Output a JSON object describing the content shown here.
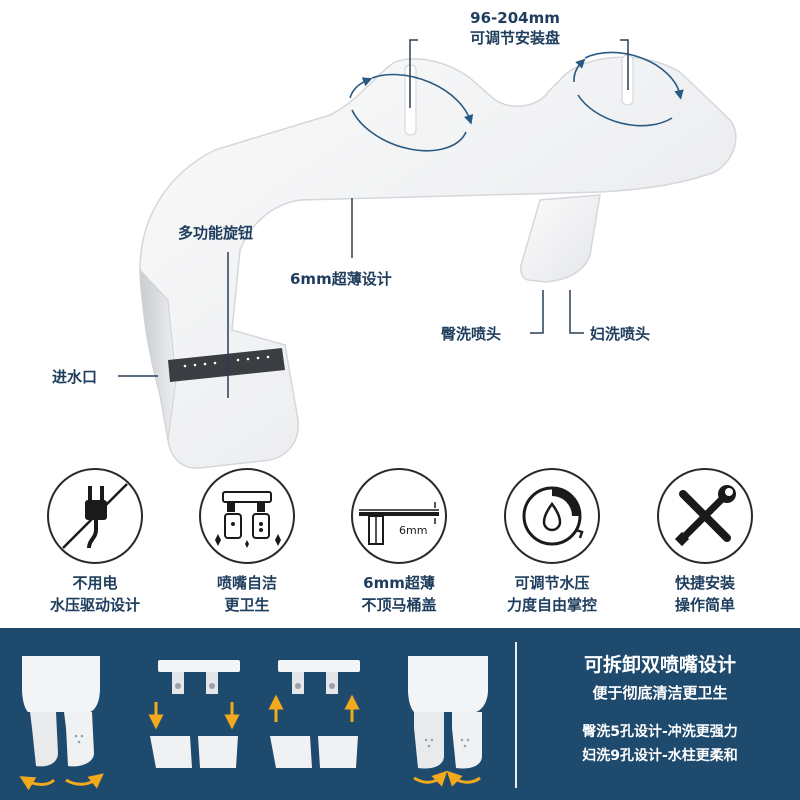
{
  "callouts": {
    "mount_size": "96-204mm",
    "mount_label": "可调节安装盘",
    "knob": "多功能旋钮",
    "thin": "6mm超薄设计",
    "inlet": "进水口",
    "rear_nozzle": "臀洗喷头",
    "fem_nozzle": "妇洗喷头"
  },
  "features": [
    {
      "icon": "no-plug-icon",
      "line1": "不用电",
      "line2": "水压驱动设计"
    },
    {
      "icon": "clean-nozzle-icon",
      "line1": "喷嘴自洁",
      "line2": "更卫生"
    },
    {
      "icon": "thin-profile-icon",
      "line1": "6mm超薄",
      "line2": "不顶马桶盖",
      "dim": "6mm"
    },
    {
      "icon": "pressure-dial-icon",
      "line1": "可调节水压",
      "line2": "力度自由掌控"
    },
    {
      "icon": "tools-icon",
      "line1": "快捷安装",
      "line2": "操作简单"
    }
  ],
  "panel": {
    "title": "可拆卸双喷嘴设计",
    "subtitle": "便于彻底清洁更卫生",
    "line1": "臀洗5孔设计-冲洗更强力",
    "line2": "妇洗9孔设计-水柱更柔和"
  },
  "colors": {
    "navy": "#1e4a6e",
    "text": "#1f3d5d",
    "accent_arrow": "#f2a91b",
    "ring_arrow": "#2a5a82"
  }
}
